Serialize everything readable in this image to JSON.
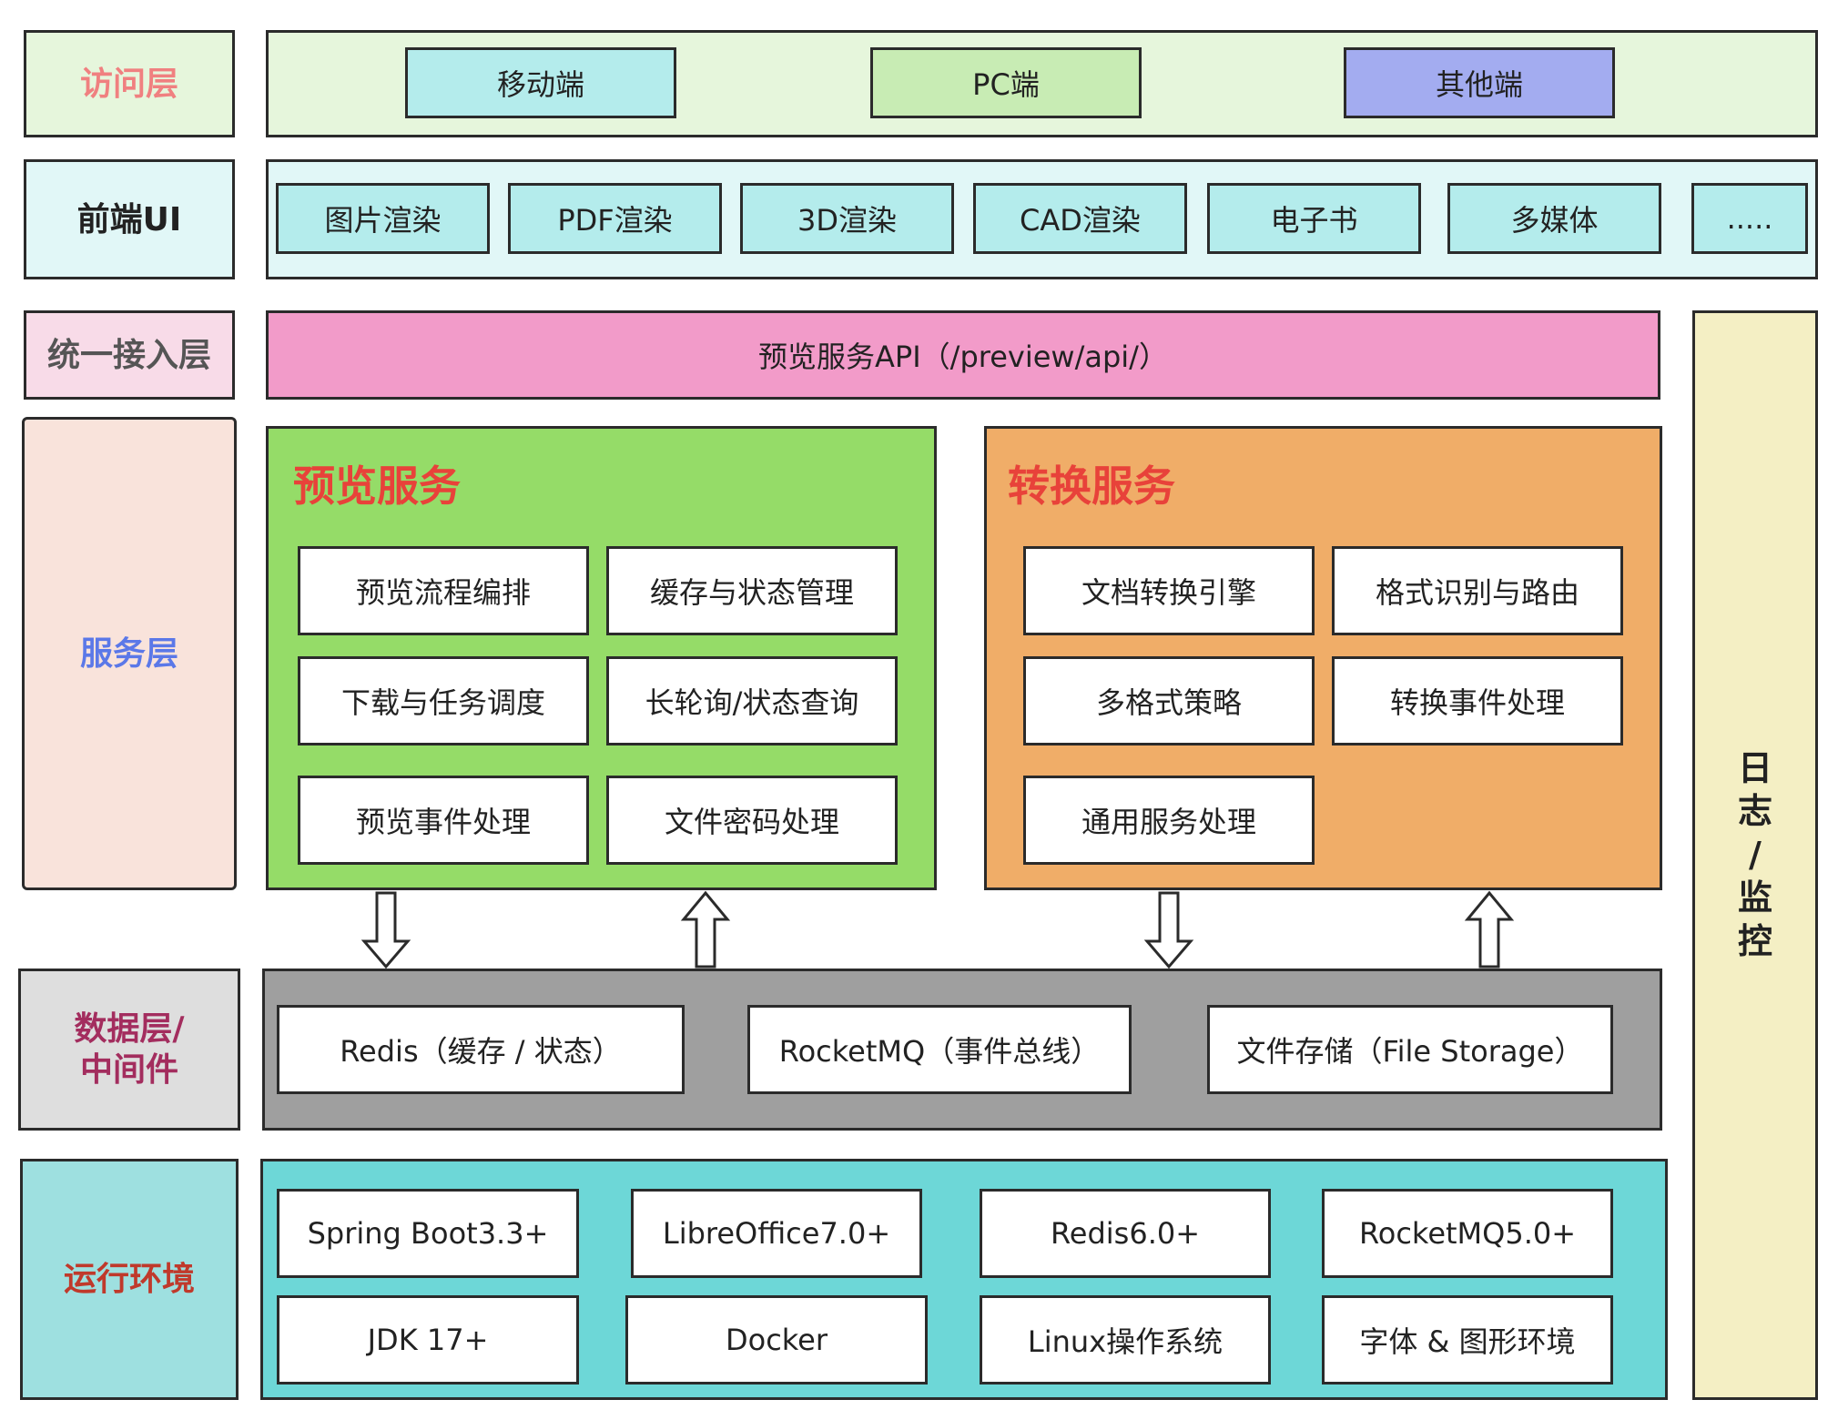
{
  "layers": {
    "access": {
      "label": "访问层",
      "items": [
        "移动端",
        "PC端",
        "其他端"
      ]
    },
    "frontend": {
      "label": "前端UI",
      "items": [
        "图片渲染",
        "PDF渲染",
        "3D渲染",
        "CAD渲染",
        "电子书",
        "多媒体",
        "....."
      ]
    },
    "gateway": {
      "label": "统一接入层",
      "api": "预览服务API（/preview/api/）"
    },
    "service": {
      "label": "服务层",
      "preview": {
        "title": "预览服务",
        "items": [
          "预览流程编排",
          "缓存与状态管理",
          "下载与任务调度",
          "长轮询/状态查询",
          "预览事件处理",
          "文件密码处理"
        ]
      },
      "convert": {
        "title": "转换服务",
        "items": [
          "文档转换引擎",
          "格式识别与路由",
          "多格式策略",
          "转换事件处理",
          "通用服务处理"
        ]
      }
    },
    "data": {
      "label_lines": [
        "数据层/",
        "中间件"
      ],
      "items": [
        "Redis（缓存 / 状态）",
        "RocketMQ（事件总线）",
        "文件存储（File Storage）"
      ]
    },
    "runtime": {
      "label": "运行环境",
      "items": [
        "Spring Boot3.3+",
        "LibreOffice7.0+",
        "Redis6.0+",
        "RocketMQ5.0+",
        "JDK 17+",
        "Docker",
        "Linux操作系统",
        "字体 & 图形环境"
      ]
    }
  },
  "monitor": {
    "chars": [
      "日",
      "志",
      "/",
      "监",
      "控"
    ]
  },
  "colors": {
    "access_bg": "#e6f6dc",
    "access_label": "#f08080",
    "frontend_bg": "#e1f7f7",
    "mobile": "#b4ecec",
    "pc": "#c8ecb4",
    "other": "#a3acf0",
    "frontend_item": "#b4ecec",
    "gateway_label_bg": "#f8dbe8",
    "api_bg": "#f29bc9",
    "service_label_bg": "#f9e3db",
    "service_label": "#5b78e8",
    "preview_bg": "#95dc68",
    "convert_bg": "#f0ad68",
    "section_title": "#e8423a",
    "data_label_bg": "#dedede",
    "data_bg": "#9f9f9f",
    "data_label": "#a32d5e",
    "runtime_label_bg": "#9ee0e0",
    "runtime_bg": "#6dd7d7",
    "runtime_label": "#c0392b",
    "monitor_bg": "#f4efc4"
  }
}
